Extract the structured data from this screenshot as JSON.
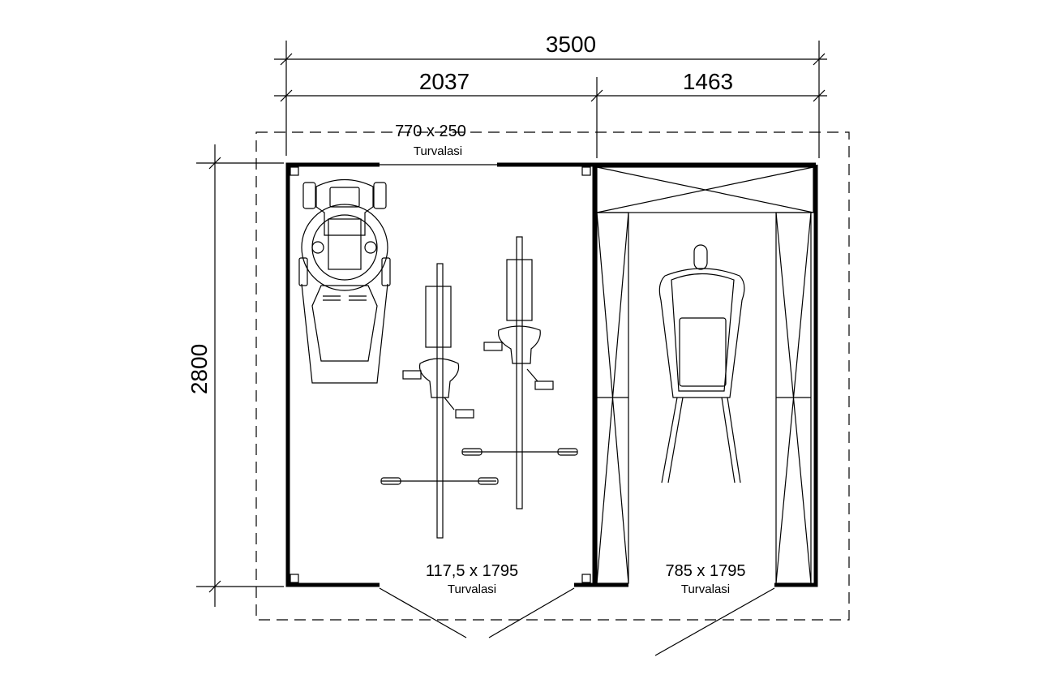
{
  "dimensions": {
    "total_width": "3500",
    "left_width": "2037",
    "right_width": "1463",
    "depth": "2800"
  },
  "openings": {
    "top_window": {
      "size": "770 x 250",
      "type": "Turvalasi"
    },
    "left_door": {
      "size": "117,5 x 1795",
      "type": "Turvalasi"
    },
    "right_door": {
      "size": "785 x 1795",
      "type": "Turvalasi"
    }
  },
  "furniture": [
    "riding-mower",
    "bicycle",
    "bicycle",
    "wheelbarrow",
    "shelving"
  ]
}
